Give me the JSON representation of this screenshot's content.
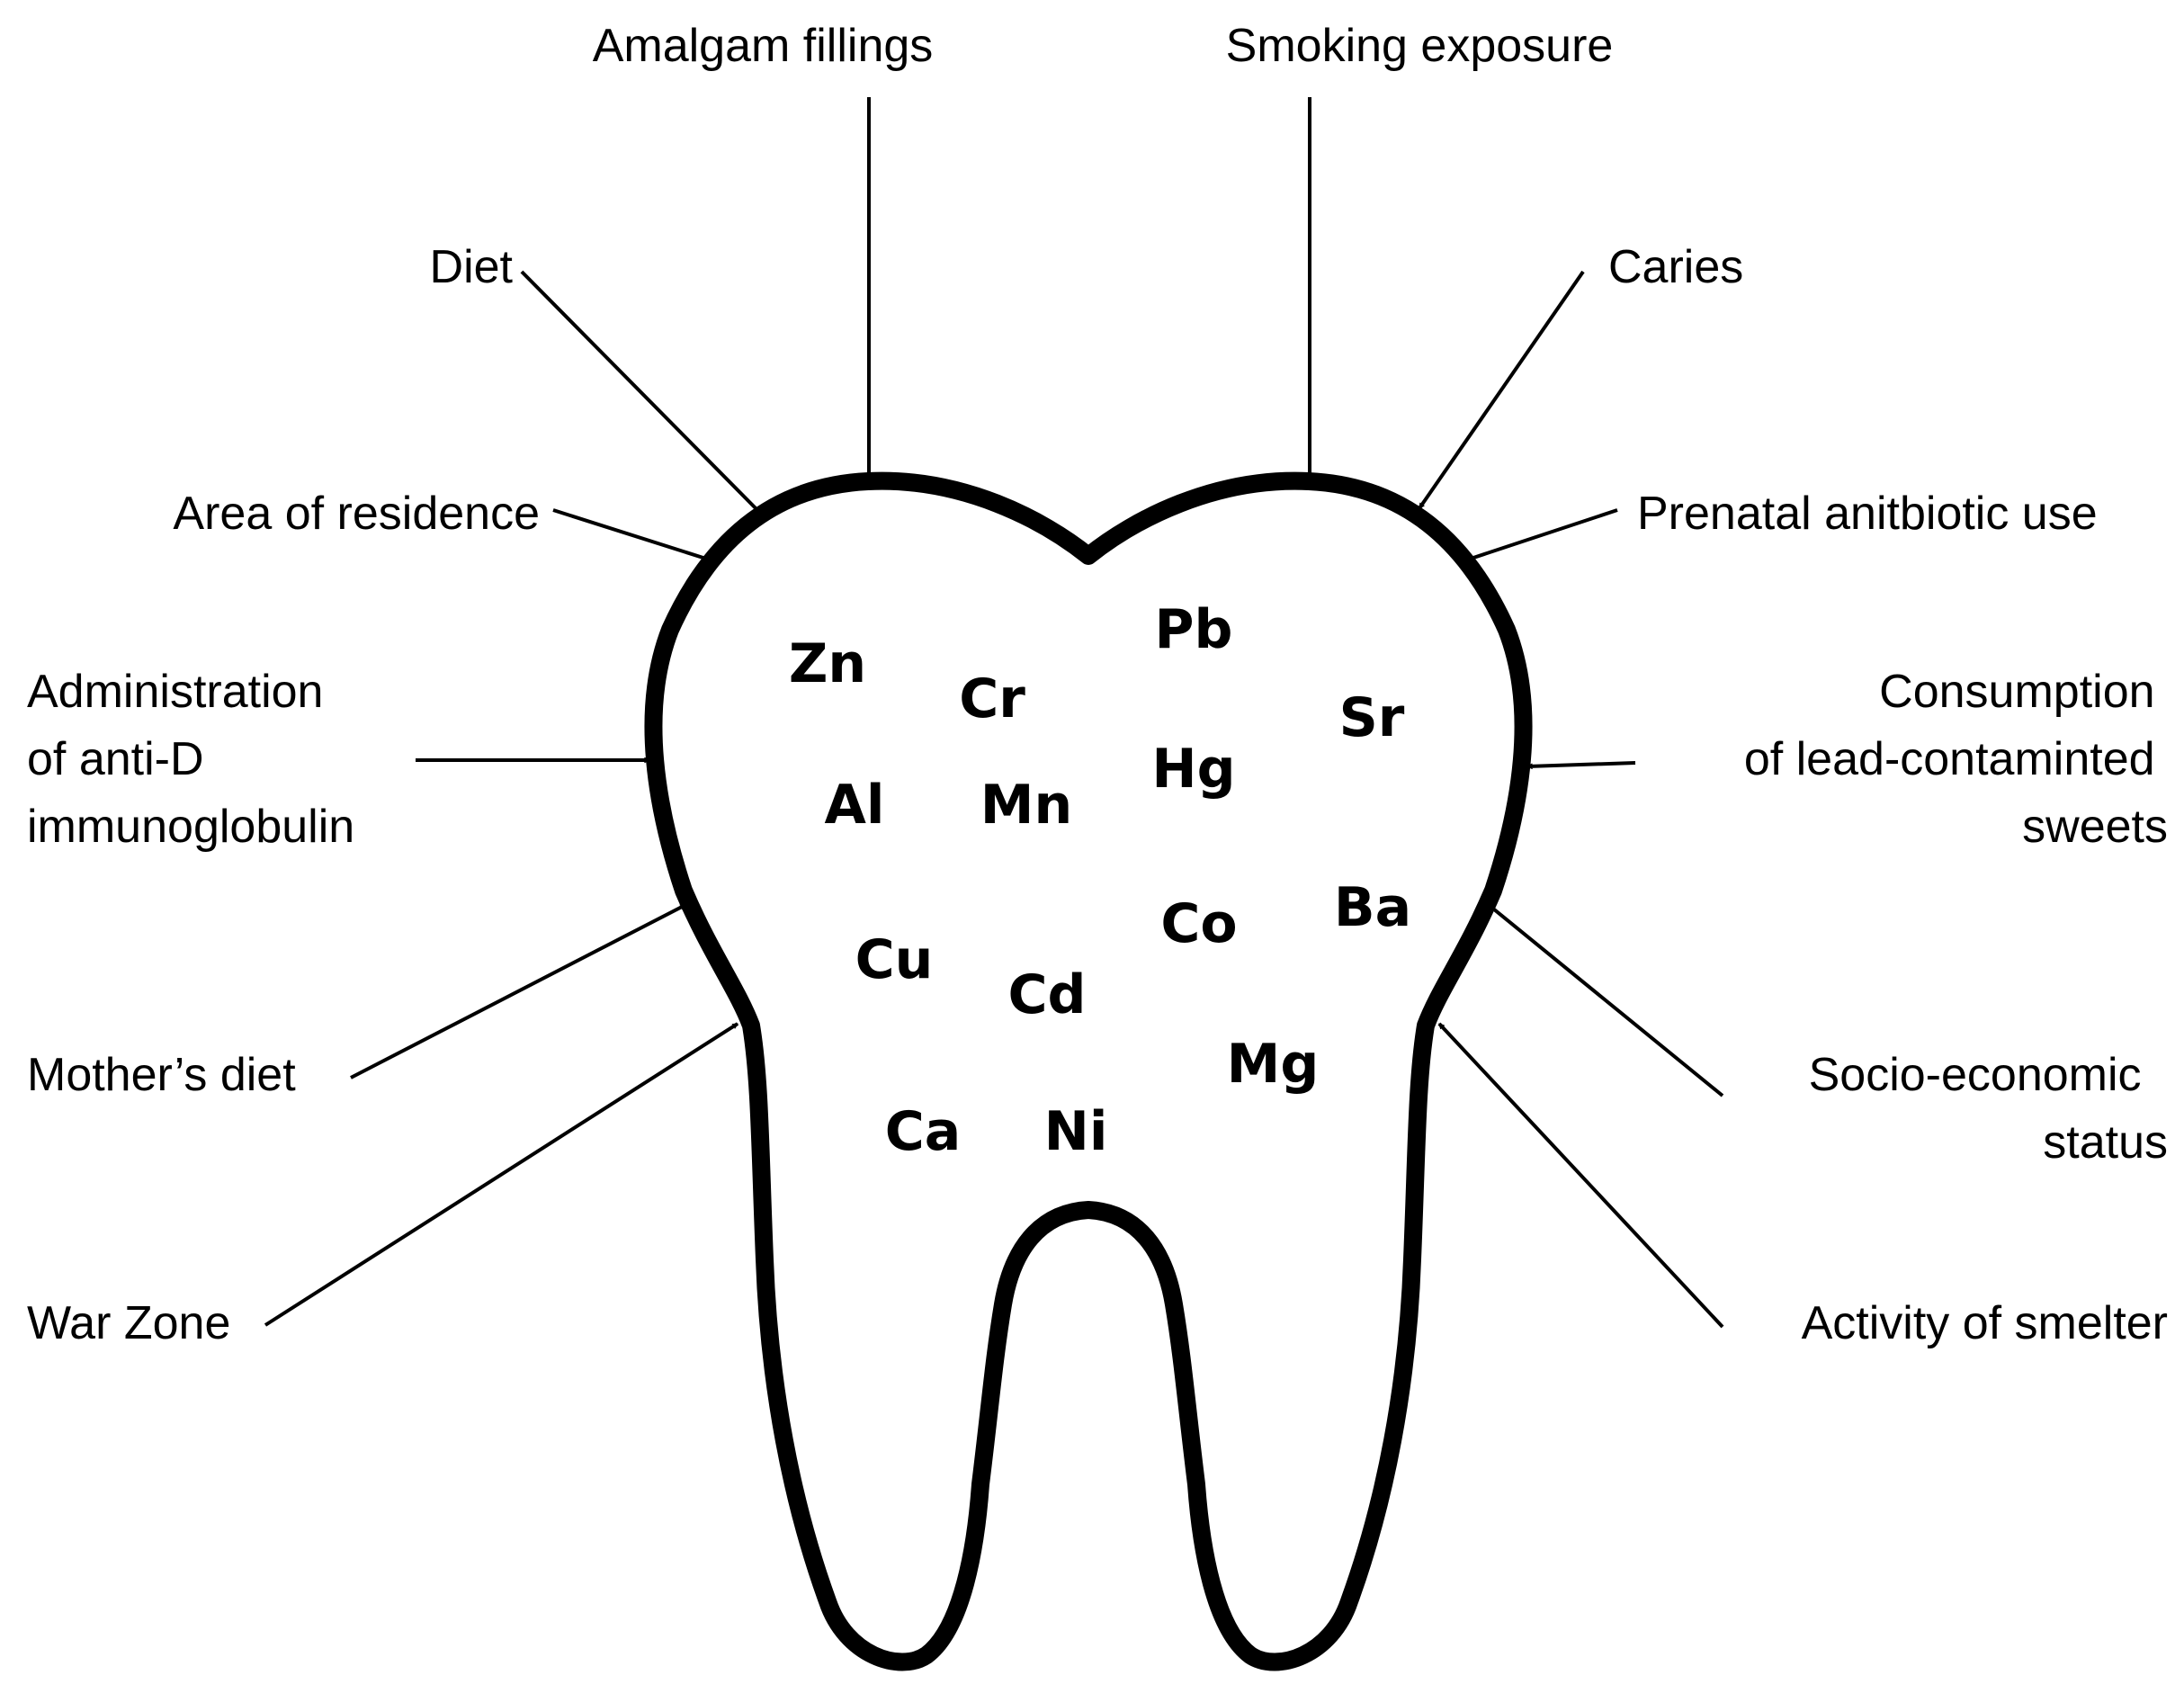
{
  "factors": {
    "amalgam_fillings": [
      "Amalgam fillings"
    ],
    "smoking_exposure": [
      "Smoking exposure"
    ],
    "diet": [
      "Diet"
    ],
    "caries": [
      "Caries"
    ],
    "area_of_residence": [
      "Area of residence"
    ],
    "prenatal_antibiotic_use": [
      "Prenatal anitbiotic use"
    ],
    "anti_d": [
      "Administration",
      "of anti-D",
      "immunoglobulin"
    ],
    "lead_sweets": [
      "Consumption",
      "of lead-contaminted",
      "sweets"
    ],
    "mothers_diet": [
      "Mother’s diet"
    ],
    "socio_economic": [
      "Socio-economic",
      "status"
    ],
    "war_zone": [
      "War Zone"
    ],
    "smelter": [
      "Activity of smelter"
    ]
  },
  "elements": [
    "Zn",
    "Cr",
    "Pb",
    "Sr",
    "Al",
    "Mn",
    "Hg",
    "Co",
    "Ba",
    "Cu",
    "Cd",
    "Mg",
    "Ca",
    "Ni"
  ],
  "colors": {
    "stroke": "#000000",
    "background": "#ffffff"
  }
}
